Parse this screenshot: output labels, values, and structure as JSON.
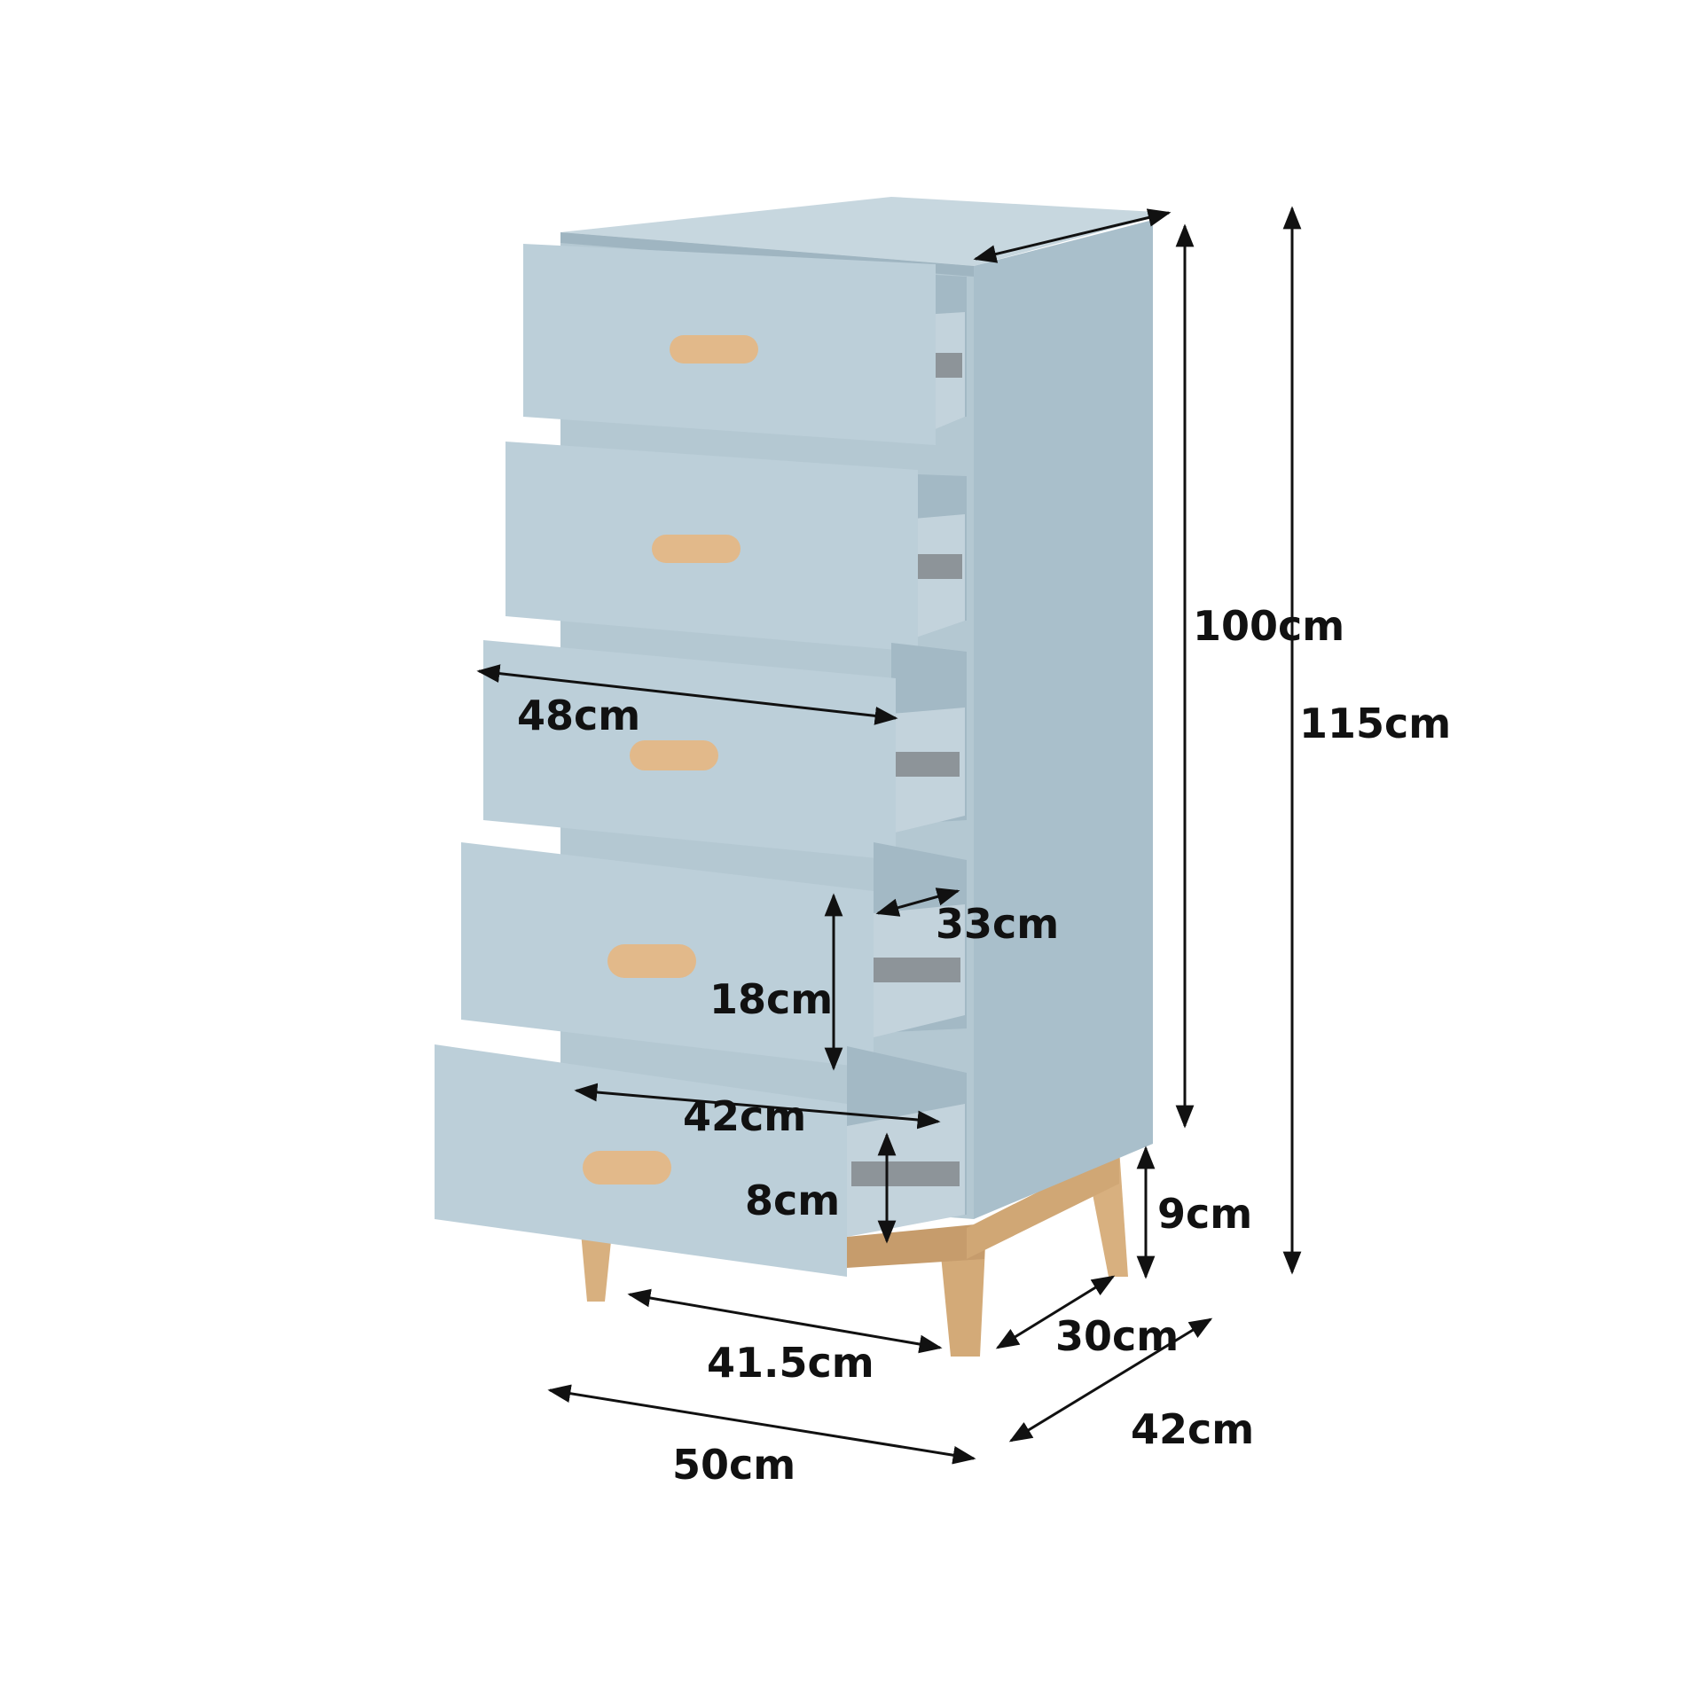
{
  "colors": {
    "cabinet_body": "#b9ccd6",
    "cabinet_side": "#a9bfcb",
    "cabinet_top": "#c7d7df",
    "drawer_front": "#bccfd9",
    "drawer_inner": "#a3b9c5",
    "handle_wood": "#e2b98a",
    "leg_wood": "#d8b07f",
    "slide_metal": "#8d9499",
    "dimension_line": "#111111"
  },
  "drawer_count": 5,
  "dimensions": {
    "height_body": "100cm",
    "height_total": "115cm",
    "drawer_front_width": "48cm",
    "drawer_depth": "33cm",
    "drawer_height": "18cm",
    "drawer_inner_width": "42cm",
    "drawer_inner_height": "8cm",
    "leg_height": "9cm",
    "leg_span_width": "41.5cm",
    "leg_span_depth": "30cm",
    "overall_width": "50cm",
    "overall_depth": "42cm"
  }
}
